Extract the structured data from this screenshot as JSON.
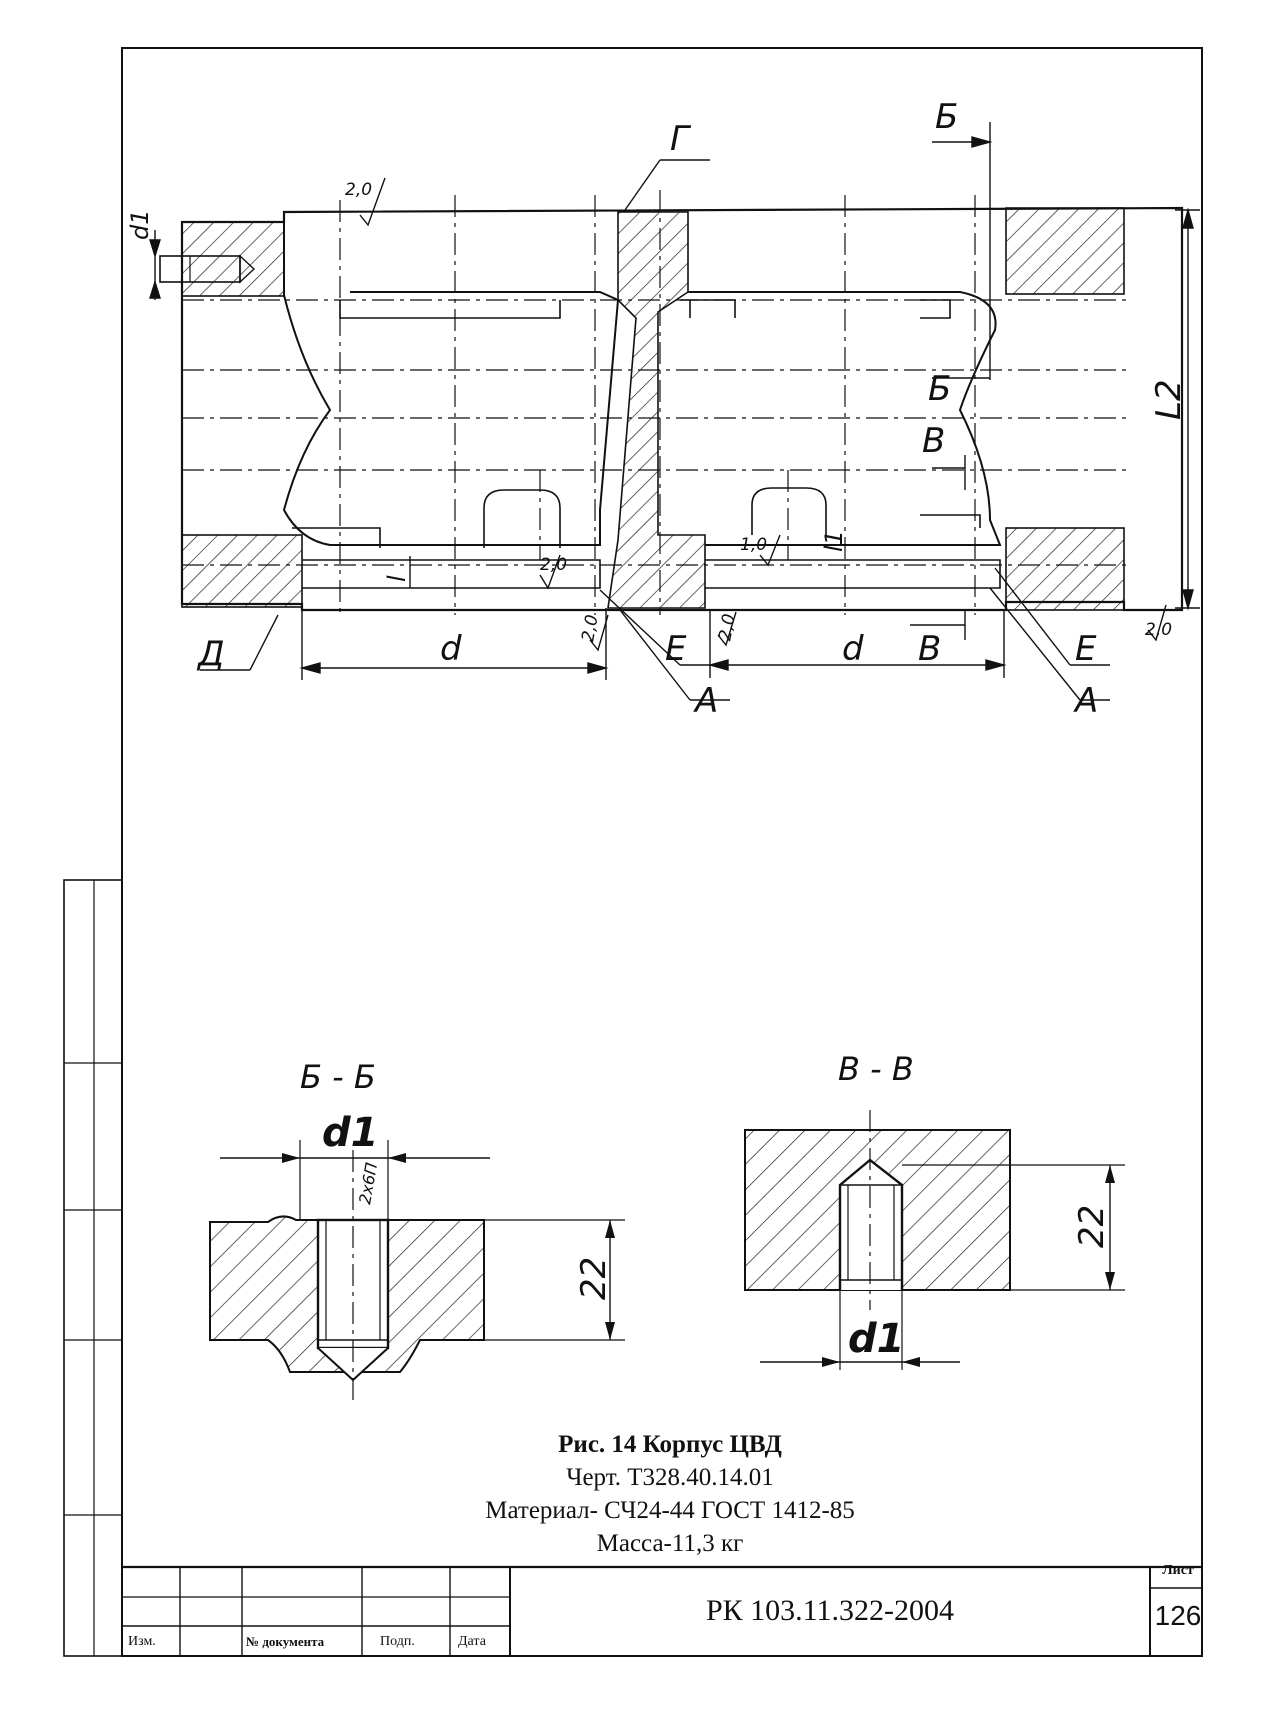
{
  "drawing": {
    "main_view": {
      "labels": {
        "g": "Г",
        "b_top": "Б",
        "b_mid": "Б",
        "v_mid": "В",
        "v_bottom": "В",
        "d_left": "Д",
        "e_mid": "Е",
        "e_right": "Е",
        "a_mid": "А",
        "a_right": "А",
        "d1": "d1",
        "l": "l",
        "l1": "l1",
        "l2": "L2",
        "d_dim_left": "d",
        "d_dim_right": "d"
      },
      "roughness": [
        "2,0",
        "2,0",
        "2,0",
        "2,0",
        "1,0",
        "2,0"
      ]
    },
    "section_bb": {
      "title": "Б - Б",
      "d1": "d1",
      "thread_note": "2x6П",
      "depth": "22"
    },
    "section_vv": {
      "title": "В - В",
      "d1": "d1",
      "depth": "22"
    }
  },
  "caption": {
    "line1": "Рис. 14  Корпус ЦВД",
    "line2": "Черт. Т328.40.14.01",
    "line3": "Материал- СЧ24-44 ГОСТ 1412-85",
    "line4": "Масса-11,3 кг"
  },
  "title_block": {
    "col_izm": "Изм.",
    "col_doc": "№ документа",
    "col_sign": "Подп.",
    "col_date": "Дата",
    "doc_number": "РК 103.11.322-2004",
    "sheet_label": "Лист",
    "sheet_number": "126"
  }
}
